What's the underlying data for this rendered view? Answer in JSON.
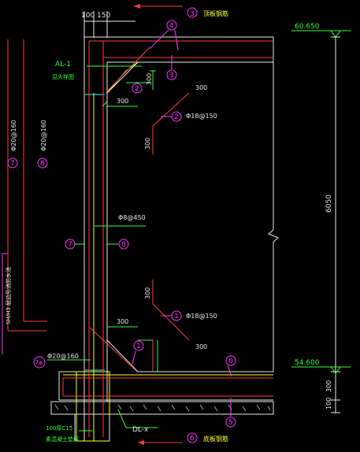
{
  "dims": {
    "top_100": "100",
    "top_150": "150",
    "elev_top": "60.650",
    "elev_bottom": "54.600",
    "height_total": "6050",
    "dim_300_right": "300",
    "dim_100_right": "100"
  },
  "labels": {
    "top_arrow_circle": "3",
    "top_arrow_text": "顶板钢筋",
    "bottom_arrow_circle": "6",
    "bottom_arrow_text": "底板钢筋",
    "al1": "AL-1",
    "al1_sub": "见大样图",
    "dlx": "DL-x",
    "bedding_1": "100厚C15",
    "bedding_2": "素混凝土垫层",
    "left_vertical": "SH/H3 层边形消防水池",
    "bar7_text": "Φ20@160",
    "bar8_text": "Φ20@160",
    "bar7_circle": "7",
    "bar8_circle": "8",
    "bar7a_text": "Φ20@160",
    "bar7a_circle": "7a",
    "stirrup": "Φ8@450",
    "bar2_text": "Φ18@150",
    "bar1_text": "Φ18@150",
    "c1": "1",
    "c2": "2",
    "c3": "3",
    "c4": "4",
    "c5": "5",
    "c6": "6",
    "c7": "7",
    "c8": "8",
    "d300_a": "300",
    "d300_b": "300",
    "d300_c": "300",
    "d300_d": "300",
    "d300_e": "300",
    "d300_f": "300",
    "d300_g": "300"
  },
  "colors": {
    "red": "#ff3b3b",
    "white": "#e8e8e8",
    "green": "#33ff33",
    "yellow": "#ffff33",
    "magenta": "#ff33ff",
    "cyan": "#33ffff"
  }
}
